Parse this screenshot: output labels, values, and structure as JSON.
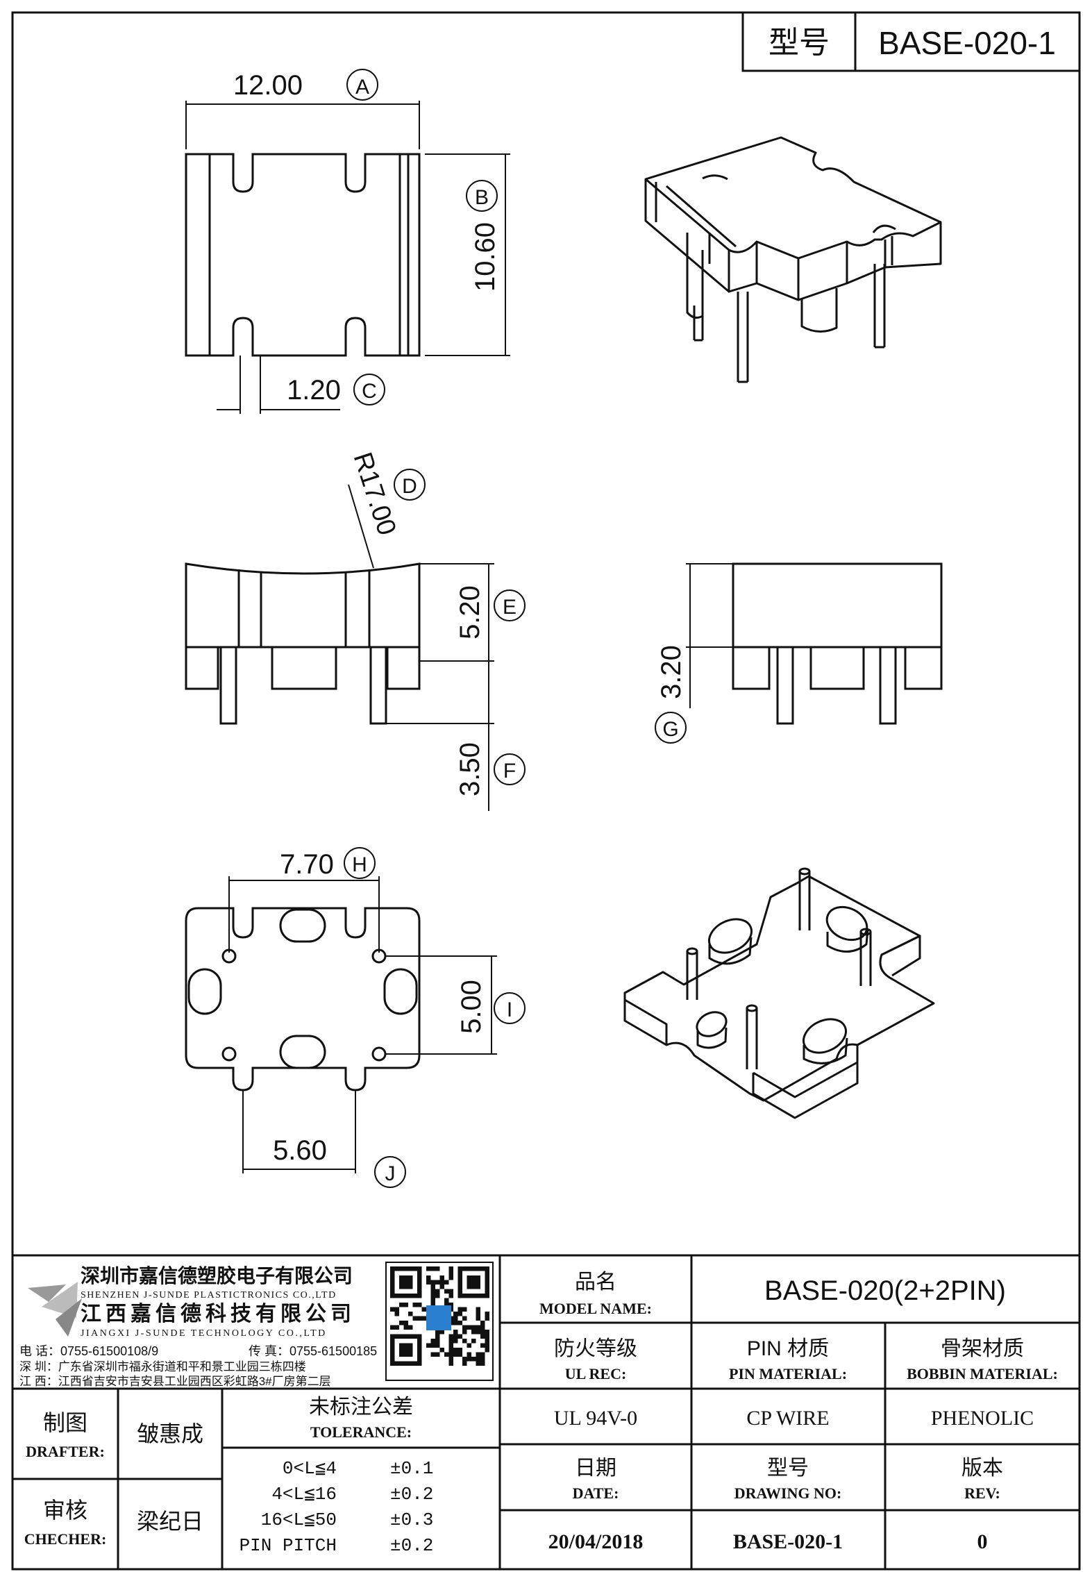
{
  "header": {
    "model_label": "型号",
    "model_value": "BASE-020-1"
  },
  "dimensions": {
    "width": {
      "value": "12.00",
      "tag": "A"
    },
    "depth": {
      "value": "10.60",
      "tag": "B"
    },
    "pin_dia": {
      "value": "1.20",
      "tag": "C"
    },
    "radius": {
      "value": "R17.00",
      "tag": "D"
    },
    "height": {
      "value": "5.20",
      "tag": "E"
    },
    "pin_len": {
      "value": "3.50",
      "tag": "F"
    },
    "standoff": {
      "value": "3.20",
      "tag": "G"
    },
    "pitch_x": {
      "value": "7.70",
      "tag": "H"
    },
    "pitch_y": {
      "value": "5.00",
      "tag": "I"
    },
    "slot_x": {
      "value": "5.60",
      "tag": "J"
    }
  },
  "company": {
    "name_cn_1": "深圳市嘉信德塑胶电子有限公司",
    "name_en_1": "SHENZHEN J-SUNDE PLASTICTRONICS CO.,LTD",
    "name_cn_2": "江西嘉信德科技有限公司",
    "name_en_2": "JIANGXI J-SUNDE TECHNOLOGY CO.,LTD",
    "tel": "电 话：0755-61500108/9",
    "fax": "传 真：0755-61500185",
    "addr_sz": "深 圳：广东省深圳市福永街道和平和景工业园三栋四楼",
    "addr_jx": "江 西：江西省吉安市吉安县工业园西区彩虹路3#厂房第二层"
  },
  "title_block": {
    "model_name_cn": "品名",
    "model_name_en": "MODEL NAME:",
    "model_name_value": "BASE-020(2+2PIN)",
    "ul_cn": "防火等级",
    "ul_en": "UL REC:",
    "pin_mat_cn": "PIN 材质",
    "pin_mat_en": "PIN MATERIAL:",
    "bobbin_cn": "骨架材质",
    "bobbin_en": "BOBBIN MATERIAL:",
    "ul_value": "UL 94V-0",
    "pin_value": "CP WIRE",
    "bobbin_value": "PHENOLIC",
    "date_cn": "日期",
    "date_en": "DATE:",
    "drawing_cn": "型号",
    "drawing_en": "DRAWING NO:",
    "rev_cn": "版本",
    "rev_en": "REV:",
    "date_value": "20/04/2018",
    "drawing_value": "BASE-020-1",
    "rev_value": "0",
    "drafter_cn": "制图",
    "drafter_en": "DRAFTER:",
    "drafter_name": "皱惠成",
    "checker_cn": "审核",
    "checker_en": "CHECHER:",
    "checker_name": "梁纪日",
    "tolerance_cn": "未标注公差",
    "tolerance_en": "TOLERANCE:",
    "tolerances": [
      {
        "range": "0<L≦4",
        "value": "±0.1"
      },
      {
        "range": "4<L≦16",
        "value": "±0.2"
      },
      {
        "range": "16<L≦50",
        "value": "±0.3"
      },
      {
        "range": "PIN PITCH",
        "value": "±0.2"
      }
    ]
  }
}
